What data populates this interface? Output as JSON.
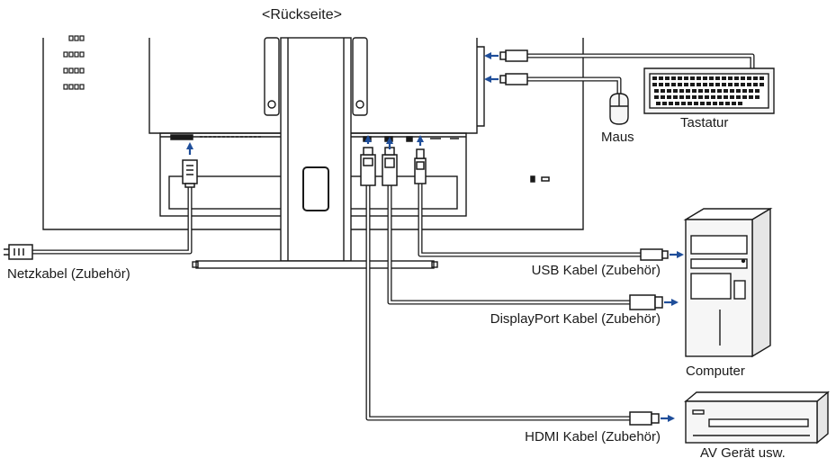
{
  "title": "<Rückseite>",
  "labels": {
    "power_cable": "Netzkabel (Zubehör)",
    "usb_cable": "USB Kabel (Zubehör)",
    "displayport_cable": "DisplayPort Kabel (Zubehör)",
    "hdmi_cable": "HDMI Kabel (Zubehör)",
    "keyboard": "Tastatur",
    "mouse": "Maus",
    "computer": "Computer",
    "av_device": "AV Gerät usw."
  },
  "colors": {
    "line": "#1a1a1a",
    "arrow": "#1f4e9a",
    "panel_fill": "#f4f4f4",
    "device_fill": "#f6f6f6"
  },
  "icons": [
    "power-plug-icon",
    "usb-plug-icon",
    "displayport-plug-icon",
    "hdmi-plug-icon",
    "connection-arrow-icon"
  ]
}
